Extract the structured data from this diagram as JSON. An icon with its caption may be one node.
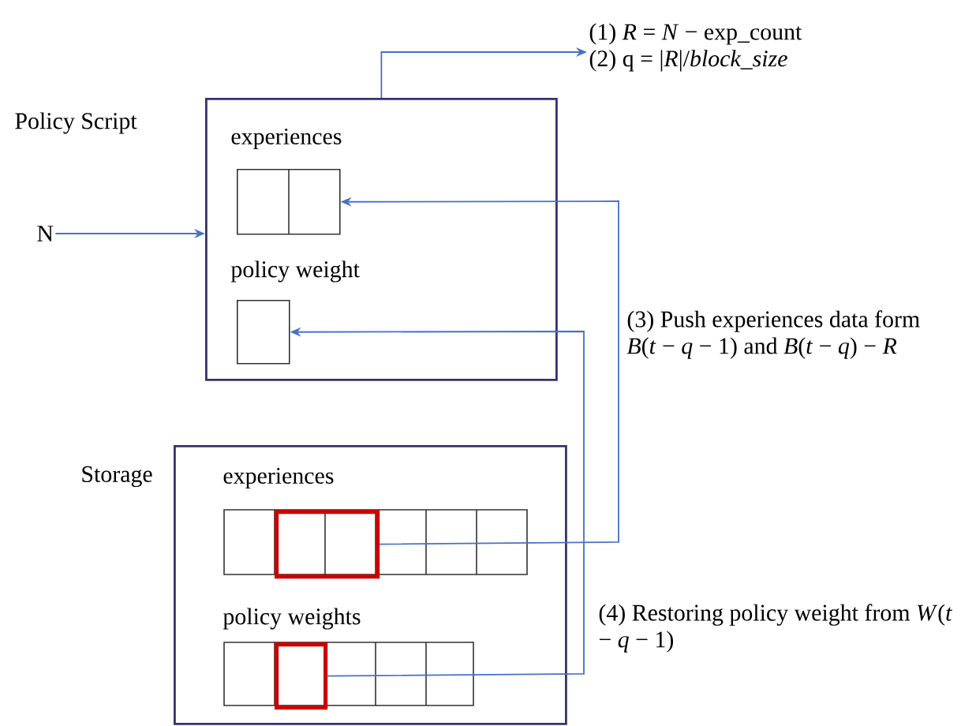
{
  "diagram": {
    "nodes": [
      {
        "text": [
          "Policy Script",
          "experiences",
          "policy weight"
        ]
      },
      {
        "text": [],
        "shape": "box",
        "in": 0
      },
      {
        "text": [],
        "shape": "box",
        "in": 0
      },
      {
        "text": [
          "Storage",
          "experiences",
          "policy weights"
        ]
      },
      {
        "text": [],
        "shape": "box",
        "in": 3
      },
      {
        "text": [],
        "shape": "box",
        "in": 3
      },
      {
        "text": [
          "N"
        ]
      },
      {
        "text": [
          "(1) *R* = *N* − exp_count",
          "(2) q = |*R*|/*block_size*"
        ]
      }
    ],
    "edges": [
      {
        "from": 6,
        "to": 0,
        "arrow": "to"
      },
      {
        "from": 0,
        "to": 7,
        "arrow": "to"
      },
      {
        "from": 4,
        "to": 1,
        "arrow": "to",
        "label": "(3) Push experiences data form *B*(*t* − *q* − 1) and *B*(*t* − *q*) − *R*"
      },
      {
        "from": 5,
        "to": 2,
        "arrow": "to",
        "label": "(4) Restoring policy weight from *W*(*t* − *q* − 1)"
      }
    ]
  }
}
